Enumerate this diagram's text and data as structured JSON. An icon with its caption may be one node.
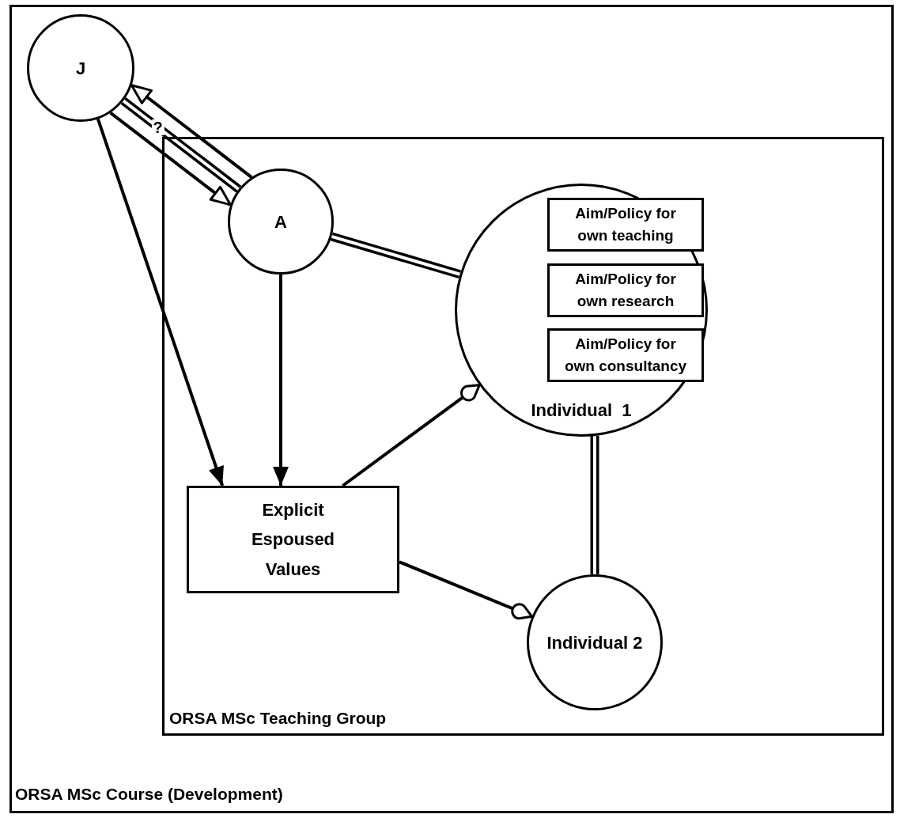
{
  "diagram": {
    "nodes": [
      {
        "text": [
          "ORSA MSc Course (Development)"
        ]
      },
      {
        "text": [
          "J"
        ],
        "in": 0
      },
      {
        "text": [
          "ORSA MSc Teaching Group"
        ],
        "in": 0
      },
      {
        "text": [
          "A"
        ],
        "in": 2
      },
      {
        "text": [
          "Individual  1"
        ],
        "in": 2
      },
      {
        "text": [
          "Aim/Policy for own teaching"
        ],
        "in": 4
      },
      {
        "text": [
          "Aim/Policy for own research"
        ],
        "in": 4
      },
      {
        "text": [
          "Aim/Policy for own consultancy"
        ],
        "in": 4
      },
      {
        "text": [
          "Explicit Espoused Values"
        ],
        "in": 2
      },
      {
        "text": [
          "Individual  2"
        ],
        "in": 2
      }
    ],
    "edges": [
      {
        "from": 3,
        "to": 1,
        "arrow": "to"
      },
      {
        "from": 1,
        "to": 3,
        "arrow": "none",
        "label": "?",
        "style": "thick"
      },
      {
        "from": 1,
        "to": 3,
        "arrow": "to"
      },
      {
        "from": 1,
        "to": 8,
        "arrow": "to"
      },
      {
        "from": 3,
        "to": 8,
        "arrow": "to"
      },
      {
        "from": 3,
        "to": 4,
        "arrow": "none",
        "style": "thick"
      },
      {
        "from": 8,
        "to": 4,
        "arrow": "to"
      },
      {
        "from": 8,
        "to": 9,
        "arrow": "to"
      },
      {
        "from": 4,
        "to": 9,
        "arrow": "none",
        "style": "thick"
      }
    ]
  }
}
